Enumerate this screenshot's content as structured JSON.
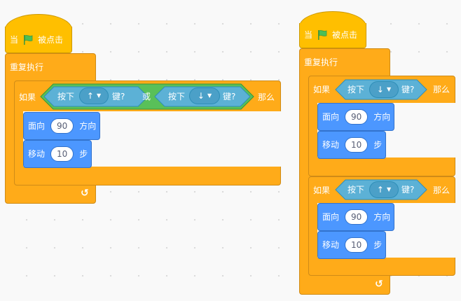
{
  "hat": {
    "when": "当",
    "clicked": "被点击"
  },
  "forever": {
    "label": "重复执行",
    "loop_icon": "↺"
  },
  "if_block": {
    "if_label": "如果",
    "then_label": "那么",
    "or_label": "或"
  },
  "sensing": {
    "press": "按下",
    "key_suffix": "键?"
  },
  "keys": {
    "up": "↑",
    "down": "↓"
  },
  "motion": {
    "point_label": "面向",
    "direction_label": "方向",
    "move_label": "移动",
    "steps_label": "步",
    "angle": "90",
    "steps": "10"
  },
  "colors": {
    "control": "#ffab19",
    "events": "#ffbf00",
    "motion": "#4c97ff",
    "sensing": "#5cb1d6",
    "operators": "#59c059",
    "flag": "#4cbf56"
  }
}
